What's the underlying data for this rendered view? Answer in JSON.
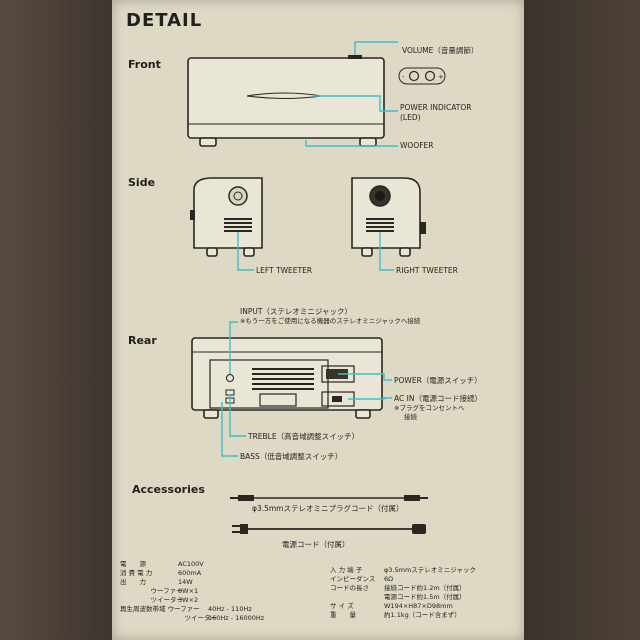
{
  "title": "DETAIL",
  "sections": {
    "front": "Front",
    "side": "Side",
    "rear": "Rear",
    "accessories": "Accessories"
  },
  "front": {
    "volume": "VOLUME（音量調節）",
    "power_indicator_1": "POWER INDICATOR",
    "power_indicator_2": "(LED)",
    "woofer": "WOOFER"
  },
  "side": {
    "left": "LEFT TWEETER",
    "right": "RIGHT TWEETER"
  },
  "rear": {
    "input_1": "INPUT（ステレオミニジャック）",
    "input_2": "※もう一方をご使用になる機器のステレオミニジャックへ接続",
    "power": "POWER（電源スイッチ）",
    "acin_1": "AC IN（電源コード接続）",
    "acin_2": "※プラグをコンセントへ",
    "acin_3": "接続",
    "treble": "TREBLE（高音域調整スイッチ）",
    "bass": "BASS（低音域調整スイッチ）"
  },
  "accessories": {
    "cable": "φ3.5mmステレオミニプラグコード（付属）",
    "power_cord": "電源コード（付属）"
  },
  "specs_left": [
    [
      "電　　源",
      "AC100V"
    ],
    [
      "消 費 電 力",
      "600mA"
    ],
    [
      "出　　力",
      "14W"
    ],
    [
      "　ウーファー",
      "8W×1"
    ],
    [
      "　ツイーター",
      "3W×2"
    ],
    [
      "再生周波数帯域 ウーファー",
      "40Hz - 110Hz"
    ],
    [
      "　ツイーター",
      "160Hz - 16000Hz"
    ]
  ],
  "specs_right": [
    [
      "入 力 端 子",
      "φ3.5mmステレオミニジャック"
    ],
    [
      "インピーダンス",
      "6Ω"
    ],
    [
      "コードの長さ",
      "接続コード約1.2m（付属）"
    ],
    [
      "",
      "電源コード約1.5m（付属）"
    ],
    [
      "サ イ ズ",
      "W194×H87×D98mm"
    ],
    [
      "重　　量",
      "約1.1kg（コード含まず）"
    ]
  ]
}
